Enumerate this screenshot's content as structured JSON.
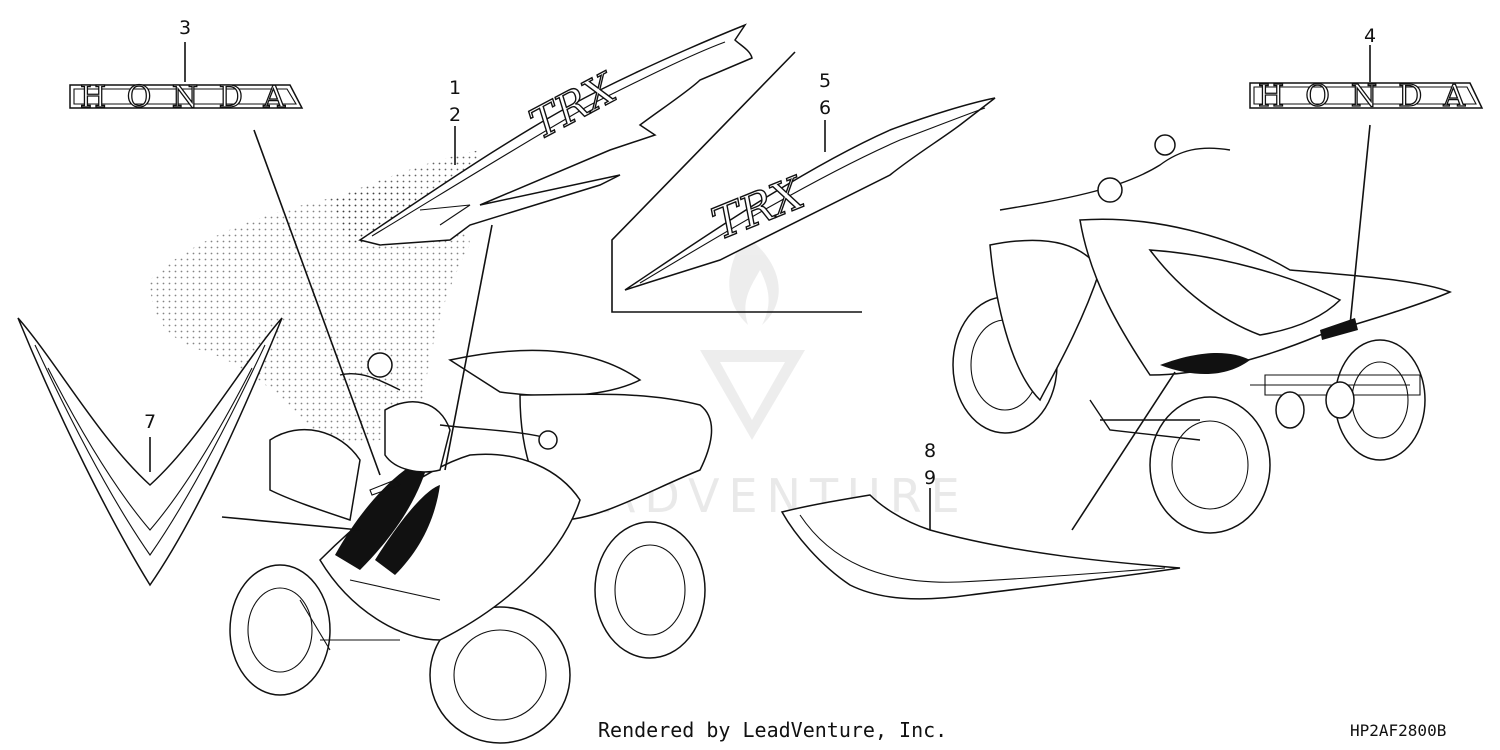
{
  "callouts": {
    "c1": "1",
    "c2": "2",
    "c3": "3",
    "c4": "4",
    "c5": "5",
    "c6": "6",
    "c7": "7",
    "c8": "8",
    "c9": "9"
  },
  "emblem_text": "HONDA",
  "stripe_lettering": "TRX",
  "watermark_text": "LEADVENTURE",
  "footer": {
    "credit": "Rendered by LeadVenture, Inc.",
    "drawing_code": "HP2AF2800B"
  }
}
